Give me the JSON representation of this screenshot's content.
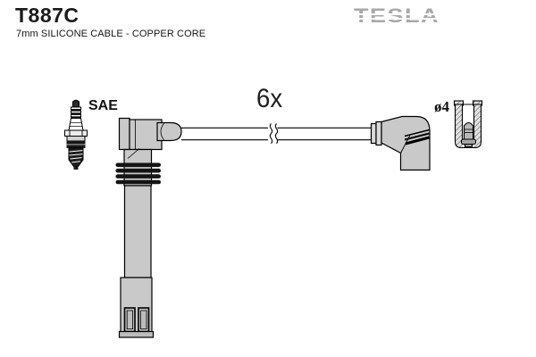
{
  "header": {
    "part_number": "T887C",
    "description": "7mm SILICONE CABLE - COPPER CORE",
    "brand_logo": "TESLA"
  },
  "annotations": {
    "plug_type_label": "SAE",
    "quantity_label": "6x",
    "terminal_diameter_label": "ø4"
  },
  "colors": {
    "background": "#ffffff",
    "outline": "#000000",
    "boot_fill": "#c9c9c9",
    "logo_gray": "#a8a8a8"
  }
}
